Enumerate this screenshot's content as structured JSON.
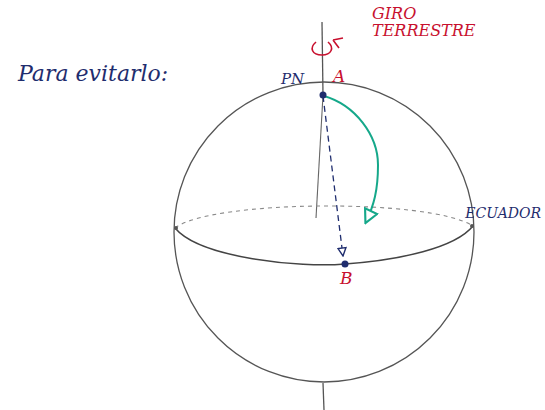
{
  "diagram": {
    "labels": [
      "Para evitarlo:",
      "GIRO TERRESTRE",
      "PN",
      "A",
      "B",
      "ECUADOR"
    ]
  }
}
